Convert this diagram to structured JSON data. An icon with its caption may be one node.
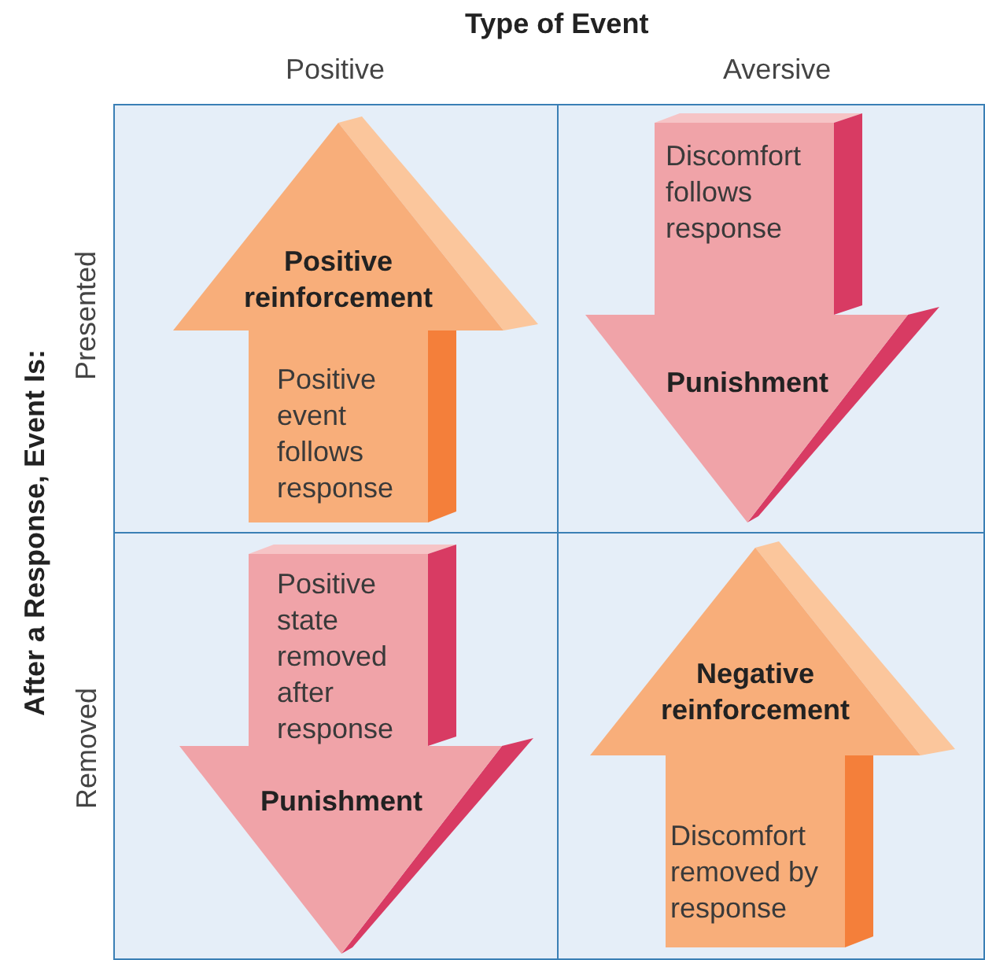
{
  "diagram": {
    "nodes": [
      {
        "text": [
          "Positive reinforcement",
          "Positive event follows response"
        ]
      },
      {
        "text": [
          "Discomfort follows response",
          "Punishment"
        ]
      },
      {
        "text": [
          "Positive state removed after response",
          "Punishment"
        ]
      },
      {
        "text": [
          "Negative reinforcement",
          "Discomfort removed by response"
        ]
      }
    ],
    "labels": [
      "Type of Event",
      "Positive",
      "Aversive",
      "After a Response, Event Is:",
      "Presented",
      "Removed"
    ]
  }
}
